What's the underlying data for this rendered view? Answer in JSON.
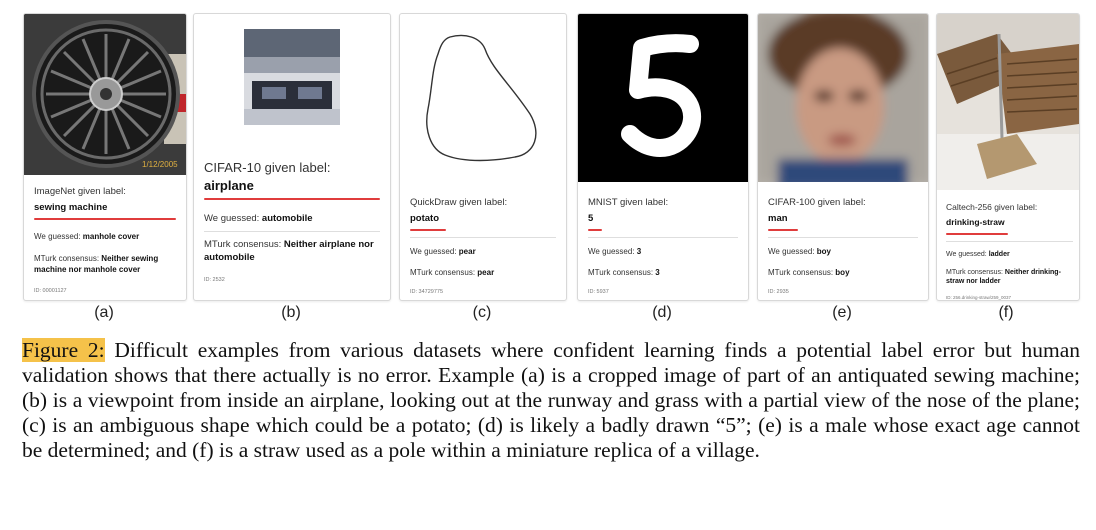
{
  "cards": [
    {
      "sub": "(a)",
      "given": "ImageNet given label:",
      "label": "sewing machine",
      "guessed_prefix": "We guessed:",
      "guessed": "manhole cover",
      "mturk_prefix": "MTurk consensus:",
      "mturk": "Neither sewing machine nor manhole cover",
      "id": "ID: 00001127",
      "image_text": "1/12/2005"
    },
    {
      "sub": "(b)",
      "given": "CIFAR-10 given label:",
      "label": "airplane",
      "guessed_prefix": "We guessed:",
      "guessed": "automobile",
      "mturk_prefix": "MTurk consensus:",
      "mturk": "Neither airplane nor automobile",
      "id": "ID: 2532"
    },
    {
      "sub": "(c)",
      "given": "QuickDraw given label:",
      "label": "potato",
      "guessed_prefix": "We guessed:",
      "guessed": "pear",
      "mturk_prefix": "MTurk consensus:",
      "mturk": "pear",
      "id": "ID: 34729775"
    },
    {
      "sub": "(d)",
      "given": "MNIST given label:",
      "label": "5",
      "guessed_prefix": "We guessed:",
      "guessed": "3",
      "mturk_prefix": "MTurk consensus:",
      "mturk": "3",
      "id": "ID: 5937"
    },
    {
      "sub": "(e)",
      "given": "CIFAR-100 given label:",
      "label": "man",
      "guessed_prefix": "We guessed:",
      "guessed": "boy",
      "mturk_prefix": "MTurk consensus:",
      "mturk": "boy",
      "id": "ID: 2935"
    },
    {
      "sub": "(f)",
      "given": "Caltech-256 given label:",
      "label": "drinking-straw",
      "guessed_prefix": "We guessed:",
      "guessed": "ladder",
      "mturk_prefix": "MTurk consensus:",
      "mturk": "Neither drinking-straw nor ladder",
      "id": "ID: 256.drinking-straw/259_0037"
    }
  ],
  "caption": {
    "label": "Figure 2:",
    "text": " Difficult examples from various datasets where confident learning finds a potential label error but human validation shows that there actually is no error. Example (a) is a cropped image of part of an antiquated sewing machine; (b) is a viewpoint from inside an airplane, looking out at the runway and grass with a partial view of the nose of the plane; (c) is an ambiguous shape which could be a potato; (d) is likely a badly drawn “5”; (e) is a male whose exact age cannot be determined; and (f) is a straw used as a pole within a miniature replica of a village."
  }
}
